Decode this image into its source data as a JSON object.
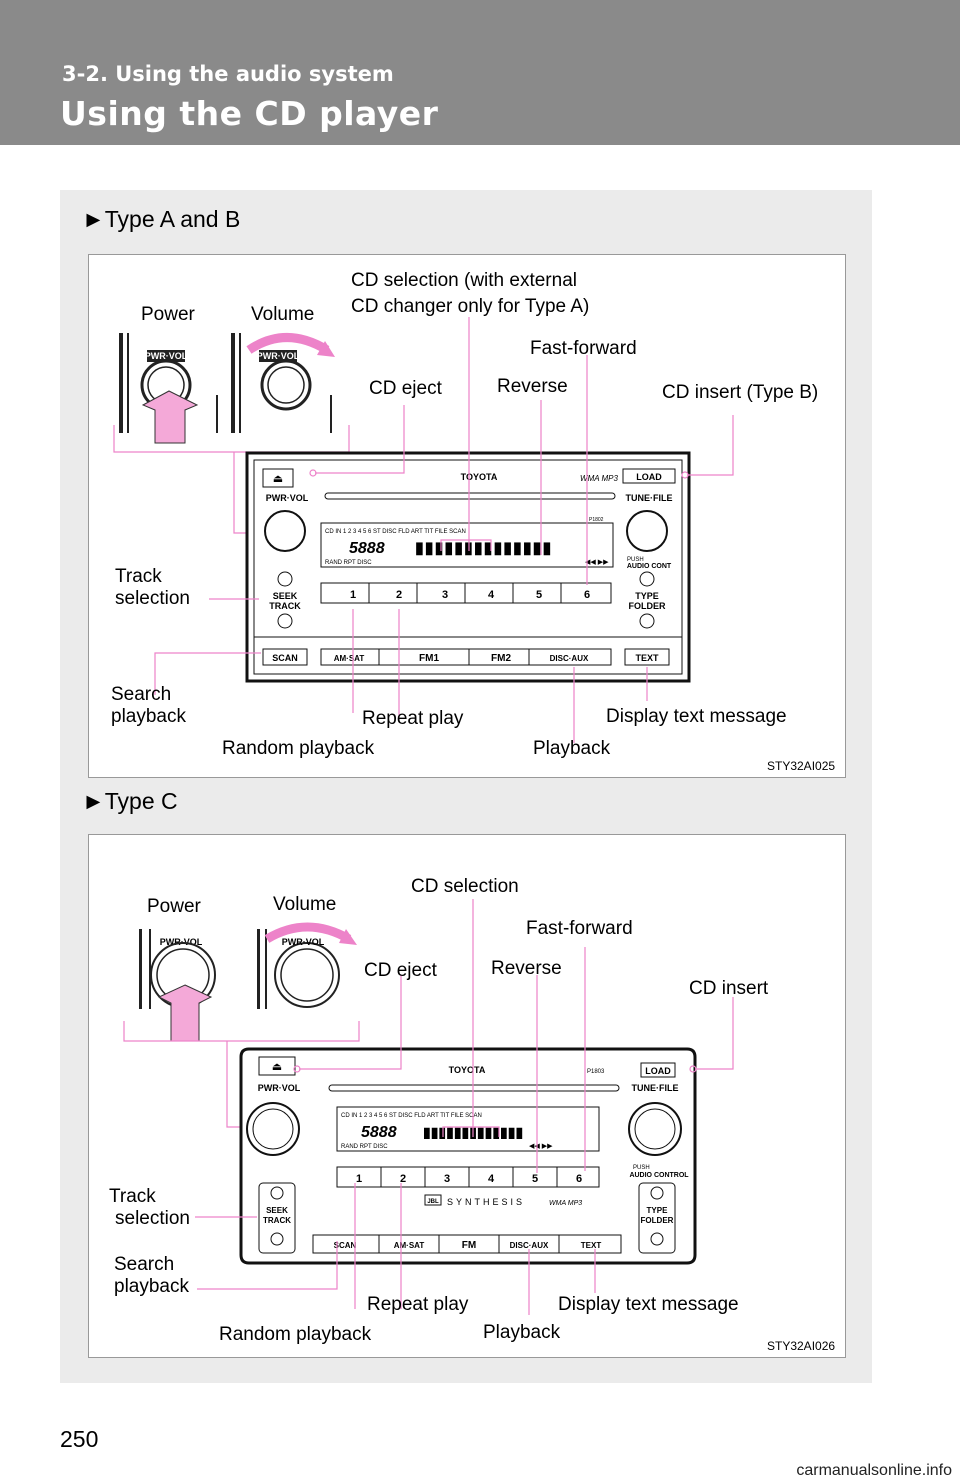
{
  "header": {
    "section": "3-2. Using the audio system",
    "title": "Using the CD player"
  },
  "figA": {
    "heading": "►Type A and B",
    "labels": {
      "power": "Power",
      "volume": "Volume",
      "cd_selection_1": "CD  selection  (with  external",
      "cd_selection_2": "CD changer only for Type A)",
      "fast_forward": "Fast-forward",
      "cd_eject": "CD eject",
      "reverse": "Reverse",
      "cd_insert": "CD insert (Type B)",
      "track_1": "Track",
      "track_2": "selection",
      "search_1": "Search",
      "search_2": "playback",
      "repeat": "Repeat play",
      "display_text": "Display text message",
      "random": "Random playback",
      "playback": "Playback"
    },
    "code": "STY32AI025"
  },
  "figC": {
    "heading": "►Type C",
    "labels": {
      "power": "Power",
      "volume": "Volume",
      "cd_selection": "CD selection",
      "fast_forward": "Fast-forward",
      "cd_eject": "CD eject",
      "reverse": "Reverse",
      "cd_insert": "CD insert",
      "track_1": "Track",
      "track_2": "selection",
      "search_1": "Search",
      "search_2": "playback",
      "repeat": "Repeat play",
      "display_text": "Display text message",
      "random": "Random playback",
      "playback": "Playback"
    },
    "code": "STY32AI026"
  },
  "radio": {
    "brand": "TOYOTA",
    "pwr_vol": "PWR·VOL",
    "load": "LOAD",
    "tune_file": "TUNE·FILE",
    "push": "PUSH",
    "audio_cont": "AUDIO CONT",
    "audio_control": "AUDIO CONTROL",
    "seek": "SEEK",
    "track": "TRACK",
    "type": "TYPE",
    "folder": "FOLDER",
    "scan": "SCAN",
    "am_sat": "AM·SAT",
    "fm1": "FM1",
    "fm2": "FM2",
    "fm": "FM",
    "disc_aux": "DISC·AUX",
    "text": "TEXT",
    "presets": [
      "1",
      "2",
      "3",
      "4",
      "5",
      "6"
    ],
    "display_top": "CD IN  1 2 3 4 5 6   ST  DISC     FLD ART  TIT  FILE              SCAN",
    "display_bottom": "RAND    RPT            DISC",
    "model_a": "P1802",
    "model_c": "P1803",
    "wma_mp3": "WMA MP3",
    "synthesis": "SYNTHESIS",
    "jbl": "JBL"
  },
  "page_number": "250",
  "watermark": "carmanualsonline.info"
}
